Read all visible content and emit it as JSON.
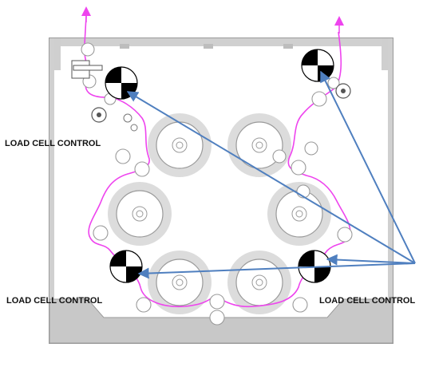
{
  "labels": {
    "top_left": "LOAD CELL CONTROL",
    "bottom_left": "LOAD CELL CONTROL",
    "bottom_right": "LOAD CELL CONTROL"
  },
  "colors": {
    "web_path": "#ee44ee",
    "arrow": "#4f7fbf",
    "frame_fill": "#c8c8c8",
    "frame_stroke": "#9a9a9a",
    "drum_halo": "#d6d6d6",
    "roller_stroke": "#9a9a9a"
  },
  "icons": [
    "load-cell-icon",
    "idler-roller-icon",
    "drum-icon",
    "arrow-icon"
  ]
}
